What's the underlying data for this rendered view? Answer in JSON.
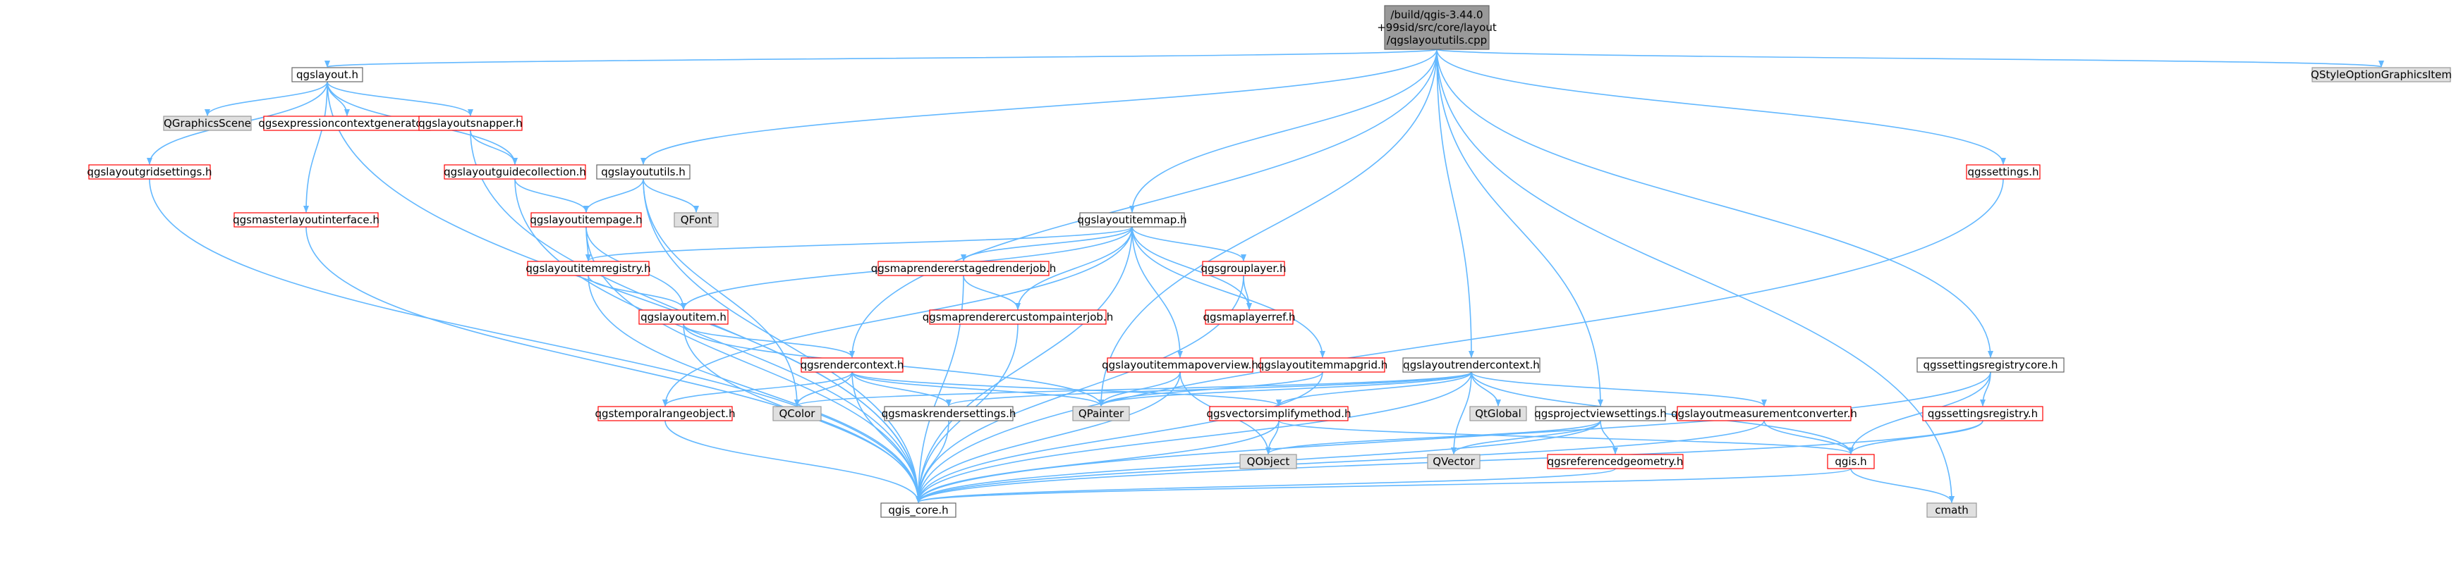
{
  "colors": {
    "edge": "#63b8ff",
    "default_fill": "#ffffff",
    "default_border": "#666666",
    "external_fill": "#e0e0e0",
    "external_border": "#999999",
    "incomplete_border": "#ff0000",
    "root_fill": "#999999",
    "root_border": "#666666"
  },
  "nodes": {
    "root": {
      "label": [
        "/build/qgis-3.44.0",
        "+99sid/src/core/layout",
        "/qgslayoututils.cpp"
      ],
      "kind": "root"
    },
    "qgslayout_h": {
      "label": [
        "qgslayout.h"
      ],
      "kind": "normal"
    },
    "qgsgraphicsscene": {
      "label": [
        "QGraphicsScene"
      ],
      "kind": "external"
    },
    "qgsexpressioncontextgenerator": {
      "label": [
        "qgsexpressioncontextgenerator.h"
      ],
      "kind": "incomplete"
    },
    "qgslayoutsnapper": {
      "label": [
        "qgslayoutsnapper.h"
      ],
      "kind": "incomplete"
    },
    "qgslayoutgridsettings": {
      "label": [
        "qgslayoutgridsettings.h"
      ],
      "kind": "incomplete"
    },
    "qgslayoutguidecollection": {
      "label": [
        "qgslayoutguidecollection.h"
      ],
      "kind": "incomplete"
    },
    "qgsmasterlayoutinterface": {
      "label": [
        "qgsmasterlayoutinterface.h"
      ],
      "kind": "incomplete"
    },
    "qgslayoututils_h": {
      "label": [
        "qgslayoututils.h"
      ],
      "kind": "normal"
    },
    "qfont": {
      "label": [
        "QFont"
      ],
      "kind": "external"
    },
    "qgslayoutitempage": {
      "label": [
        "qgslayoutitempage.h"
      ],
      "kind": "incomplete"
    },
    "qgslayoutitemregistry": {
      "label": [
        "qgslayoutitemregistry.h"
      ],
      "kind": "incomplete"
    },
    "qgslayoutitem": {
      "label": [
        "qgslayoutitem.h"
      ],
      "kind": "incomplete"
    },
    "qgslayoutitemmap": {
      "label": [
        "qgslayoutitemmap.h"
      ],
      "kind": "normal"
    },
    "qgsmaprendererstagedrenderjob": {
      "label": [
        "qgsmaprendererstagedrenderjob.h"
      ],
      "kind": "incomplete"
    },
    "qgsgrouplayer": {
      "label": [
        "qgsgrouplayer.h"
      ],
      "kind": "incomplete"
    },
    "qgsmaprenderercustompainterjob": {
      "label": [
        "qgsmaprenderercustompainterjob.h"
      ],
      "kind": "incomplete"
    },
    "qgsmaplayerref": {
      "label": [
        "qgsmaplayerref.h"
      ],
      "kind": "incomplete"
    },
    "qgsrendercontext": {
      "label": [
        "qgsrendercontext.h"
      ],
      "kind": "incomplete"
    },
    "qgslayoutitemmapoverview": {
      "label": [
        "qgslayoutitemmapoverview.h"
      ],
      "kind": "incomplete"
    },
    "qgslayoutitemmapgrid": {
      "label": [
        "qgslayoutitemmapgrid.h"
      ],
      "kind": "incomplete"
    },
    "qgslayoutrendercontext": {
      "label": [
        "qgslayoutrendercontext.h"
      ],
      "kind": "normal"
    },
    "qgstemporalrangeobject": {
      "label": [
        "qgstemporalrangeobject.h"
      ],
      "kind": "incomplete"
    },
    "qcolor": {
      "label": [
        "QColor"
      ],
      "kind": "external"
    },
    "qgsmaskrendersettings": {
      "label": [
        "qgsmaskrendersettings.h"
      ],
      "kind": "normal"
    },
    "qpainter": {
      "label": [
        "QPainter"
      ],
      "kind": "external"
    },
    "qgsvectorsimplifymethod": {
      "label": [
        "qgsvectorsimplifymethod.h"
      ],
      "kind": "incomplete"
    },
    "qtglobal": {
      "label": [
        "QtGlobal"
      ],
      "kind": "external"
    },
    "qgsprojectviewsettings": {
      "label": [
        "qgsprojectviewsettings.h"
      ],
      "kind": "normal"
    },
    "qgslayoutmeasurementconverter": {
      "label": [
        "qgslayoutmeasurementconverter.h"
      ],
      "kind": "incomplete"
    },
    "qobject": {
      "label": [
        "QObject"
      ],
      "kind": "external"
    },
    "qvector": {
      "label": [
        "QVector"
      ],
      "kind": "external"
    },
    "qgsreferencedgeometry": {
      "label": [
        "qgsreferencedgeometry.h"
      ],
      "kind": "incomplete"
    },
    "qgis_h": {
      "label": [
        "qgis.h"
      ],
      "kind": "incomplete"
    },
    "qgssettings": {
      "label": [
        "qgssettings.h"
      ],
      "kind": "incomplete"
    },
    "qgssettingsregistrycore": {
      "label": [
        "qgssettingsregistrycore.h"
      ],
      "kind": "normal"
    },
    "qgssettingsregistry": {
      "label": [
        "qgssettingsregistry.h"
      ],
      "kind": "incomplete"
    },
    "qstyleoptiongraphicsitem": {
      "label": [
        "QStyleOptionGraphicsItem"
      ],
      "kind": "external"
    },
    "qgis_core": {
      "label": [
        "qgis_core.h"
      ],
      "kind": "normal"
    },
    "cmath": {
      "label": [
        "cmath"
      ],
      "kind": "external"
    }
  }
}
